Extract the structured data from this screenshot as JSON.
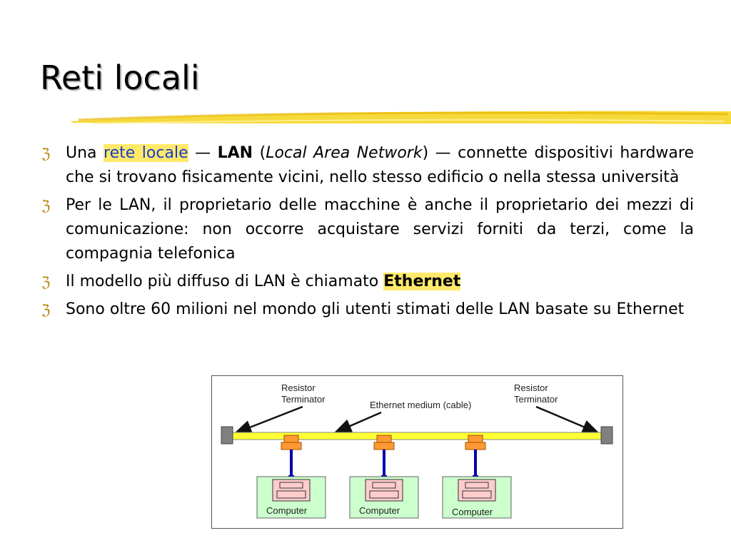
{
  "slide": {
    "title": "Reti locali",
    "bullets": [
      {
        "parts": {
          "p1": "Una ",
          "rete_locale": "rete locale",
          "dash1": " — ",
          "lan": "LAN",
          "paren_open": " (",
          "lan_full": "Local Area Network",
          "paren_close": ")",
          "rest": " — connette dispositivi hardware che si trovano fisicamente vicini, nello stesso edificio o nella stessa università"
        }
      },
      {
        "text": "Per le LAN, il proprietario delle macchine è anche il proprietario dei mezzi di comunicazione: non occorre acquistare servizi forniti da terzi, come la compagnia telefonica"
      },
      {
        "prefix": "Il modello più diffuso di LAN è chiamato ",
        "highlight": "Ethernet"
      },
      {
        "text": "Sono oltre 60 milioni nel mondo gli utenti stimati delle LAN basate su Ethernet"
      }
    ]
  },
  "diagram": {
    "resistor_left": {
      "line1": "Resistor",
      "line2": "Terminator"
    },
    "resistor_right": {
      "line1": "Resistor",
      "line2": "Terminator"
    },
    "medium_label": "Ethernet medium (cable)",
    "computers": [
      "Computer",
      "Computer",
      "Computer"
    ]
  },
  "colors": {
    "cable": "#ffff33",
    "tap": "#ff9933",
    "computer_box": "#ccffcc",
    "computer_screen": "#ffcccc",
    "terminator": "#808080",
    "wire": "#0000aa",
    "bullet": "#b8860b"
  },
  "icons": {
    "bullet": "z-bullet-icon"
  }
}
